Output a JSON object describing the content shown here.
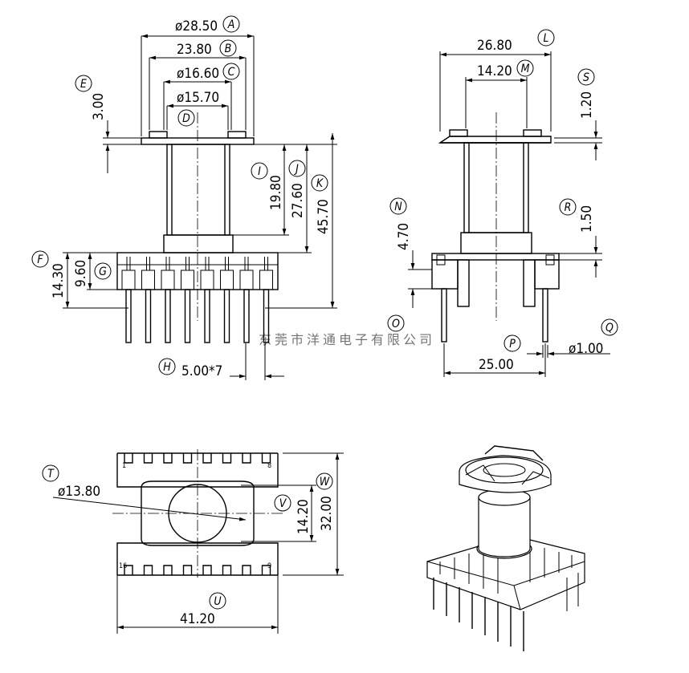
{
  "dimensions": {
    "A": "ø28.50",
    "B": "23.80",
    "C": "ø16.60",
    "D": "ø15.70",
    "E": "3.00",
    "I": "19.80",
    "J": "27.60",
    "K": "45.70",
    "F": "14.30",
    "G": "9.60",
    "H": "5.00*7",
    "L": "26.80",
    "M": "14.20",
    "S": "1.20",
    "N": "4.70",
    "R": "1.50",
    "P": "25.00",
    "Q": "ø1.00",
    "T": "ø13.80",
    "V": "14.20",
    "W": "32.00",
    "U": "41.20"
  },
  "labels": {
    "A": "A",
    "B": "B",
    "C": "C",
    "D": "D",
    "E": "E",
    "F": "F",
    "G": "G",
    "H": "H",
    "I": "I",
    "J": "J",
    "K": "K",
    "L": "L",
    "M": "M",
    "N": "N",
    "O": "O",
    "P": "P",
    "Q": "Q",
    "R": "R",
    "S": "S",
    "T": "T",
    "U": "U",
    "V": "V",
    "W": "W"
  },
  "pin_numbers": {
    "top_left": "1",
    "top_right": "8",
    "bottom_left": "16",
    "bottom_right": "9"
  },
  "watermark": "东莞市洋通电子有限公司"
}
